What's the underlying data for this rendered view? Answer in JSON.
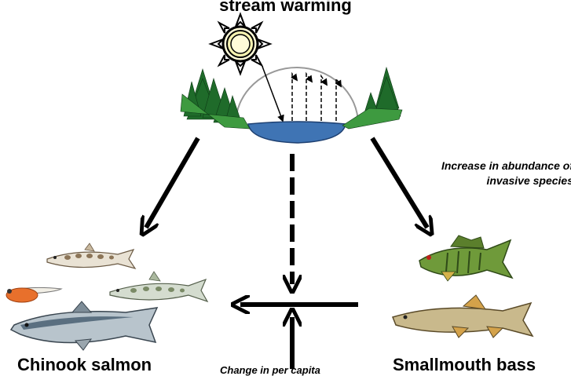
{
  "diagram": {
    "title": "stream warming",
    "annotation_invasive": "Increase in abundance of invasive species",
    "annotation_per_capita": "Change in per capita",
    "left_species_label": "Chinook salmon",
    "right_species_label": "Smallmouth bass",
    "icons": [
      "sun-icon",
      "conifer-tree-icon",
      "stream-cross-section",
      "salmon-fish-icon",
      "bass-fish-icon",
      "minnow-fish-icon",
      "salmon-egg-alevin-icon"
    ],
    "colors": {
      "water": "#3f74b4",
      "conifer": "#1f6b2a",
      "salmon_body": "#b8c4cc",
      "bass_body": "#6f9a3a",
      "arrow": "#000000"
    }
  }
}
